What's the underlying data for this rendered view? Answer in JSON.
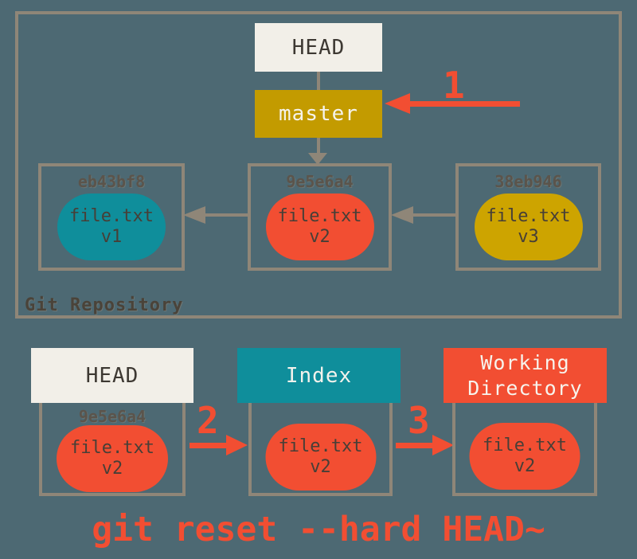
{
  "repo": {
    "label": "Git Repository",
    "head_label": "HEAD",
    "branch_label": "master",
    "step1_label": "1",
    "commits": [
      {
        "id": "eb43bf8",
        "file": "file.txt",
        "version": "v1"
      },
      {
        "id": "9e5e6a4",
        "file": "file.txt",
        "version": "v2"
      },
      {
        "id": "38eb946",
        "file": "file.txt",
        "version": "v3"
      }
    ]
  },
  "bottom": {
    "head": {
      "label": "HEAD",
      "commit_id": "9e5e6a4",
      "file": "file.txt",
      "version": "v2"
    },
    "index": {
      "label": "Index",
      "file": "file.txt",
      "version": "v2"
    },
    "working_directory": {
      "label": "Working Directory",
      "file": "file.txt",
      "version": "v2"
    },
    "step2_label": "2",
    "step3_label": "3"
  },
  "caption": "git reset --hard HEAD~",
  "colors": {
    "background": "#4D6973",
    "border_tan": "#8F8678",
    "cream": "#F2EFE8",
    "gold": "#C39B00",
    "gold_oval": "#CDA400",
    "teal": "#0F8E9B",
    "orange_red": "#F24E32",
    "dark_text": "#3D3832",
    "commit_id_text": "#5B544B"
  }
}
